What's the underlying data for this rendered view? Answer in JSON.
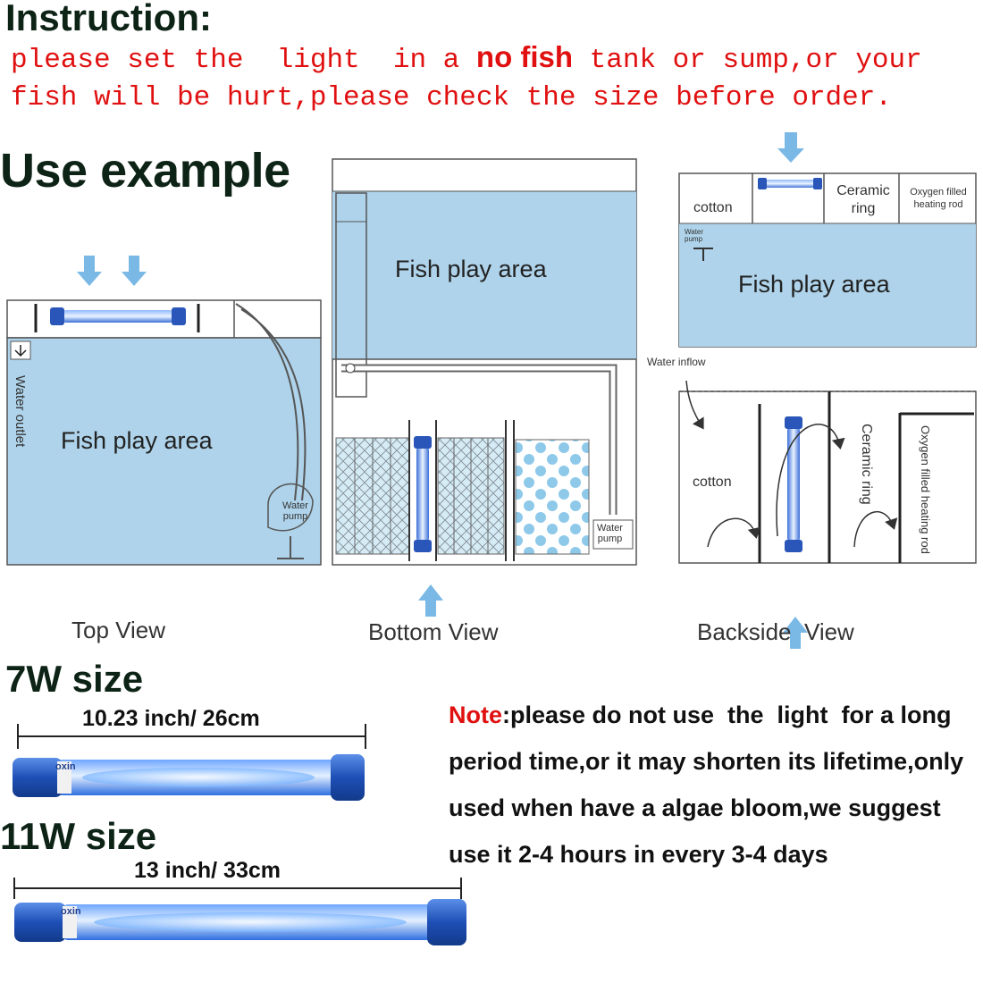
{
  "instruction": {
    "heading": "Instruction:",
    "line1_a": "please set the  light  in a",
    "line1_em": "no fish",
    "line1_b": "tank or sump,or your",
    "line2": "fish will be hurt,please check the size before order."
  },
  "use_example": {
    "heading": "Use example"
  },
  "top_view": {
    "area_label": "Fish play area",
    "water_outlet": "Water outlet",
    "pump_l1": "Water",
    "pump_l2": "pump",
    "caption": "Top View"
  },
  "bottom_view": {
    "area_label": "Fish play area",
    "pump_l1": "Water",
    "pump_l2": "pump",
    "caption": "Bottom View"
  },
  "backside_view": {
    "top_cotton": "cotton",
    "top_ceramic_l1": "Ceramic",
    "top_ceramic_l2": "ring",
    "top_oxygen_l1": "Oxygen filled",
    "top_oxygen_l2": "heating rod",
    "pump_l1": "Water",
    "pump_l2": "pump",
    "area_label": "Fish play area",
    "water_inflow": "Water inflow",
    "cotton": "cotton",
    "ceramic_ring": "Ceramic ring",
    "oxygen_l1": "Oxygen filled",
    "oxygen_l2": "heating rod",
    "caption": "Backside  View"
  },
  "sizes": {
    "w7_heading": "7W size",
    "w7_dim": "10.23 inch/ 26cm",
    "w11_heading": "11W size",
    "w11_dim": "13 inch/ 33cm",
    "brand_partial": "oxin"
  },
  "note": {
    "label": "Note",
    "text": ":please do not use  the  light  for a long period time,or it may shorten its lifetime,only used when have a algae bloom,we suggest use it 2-4 hours in every 3-4 days"
  },
  "colors": {
    "water": "#aed3ea",
    "uv_glow": "#3b8cff",
    "arrow": "#7ab9e6",
    "red_text": "#e01010",
    "heading_green": "#0d2316"
  }
}
